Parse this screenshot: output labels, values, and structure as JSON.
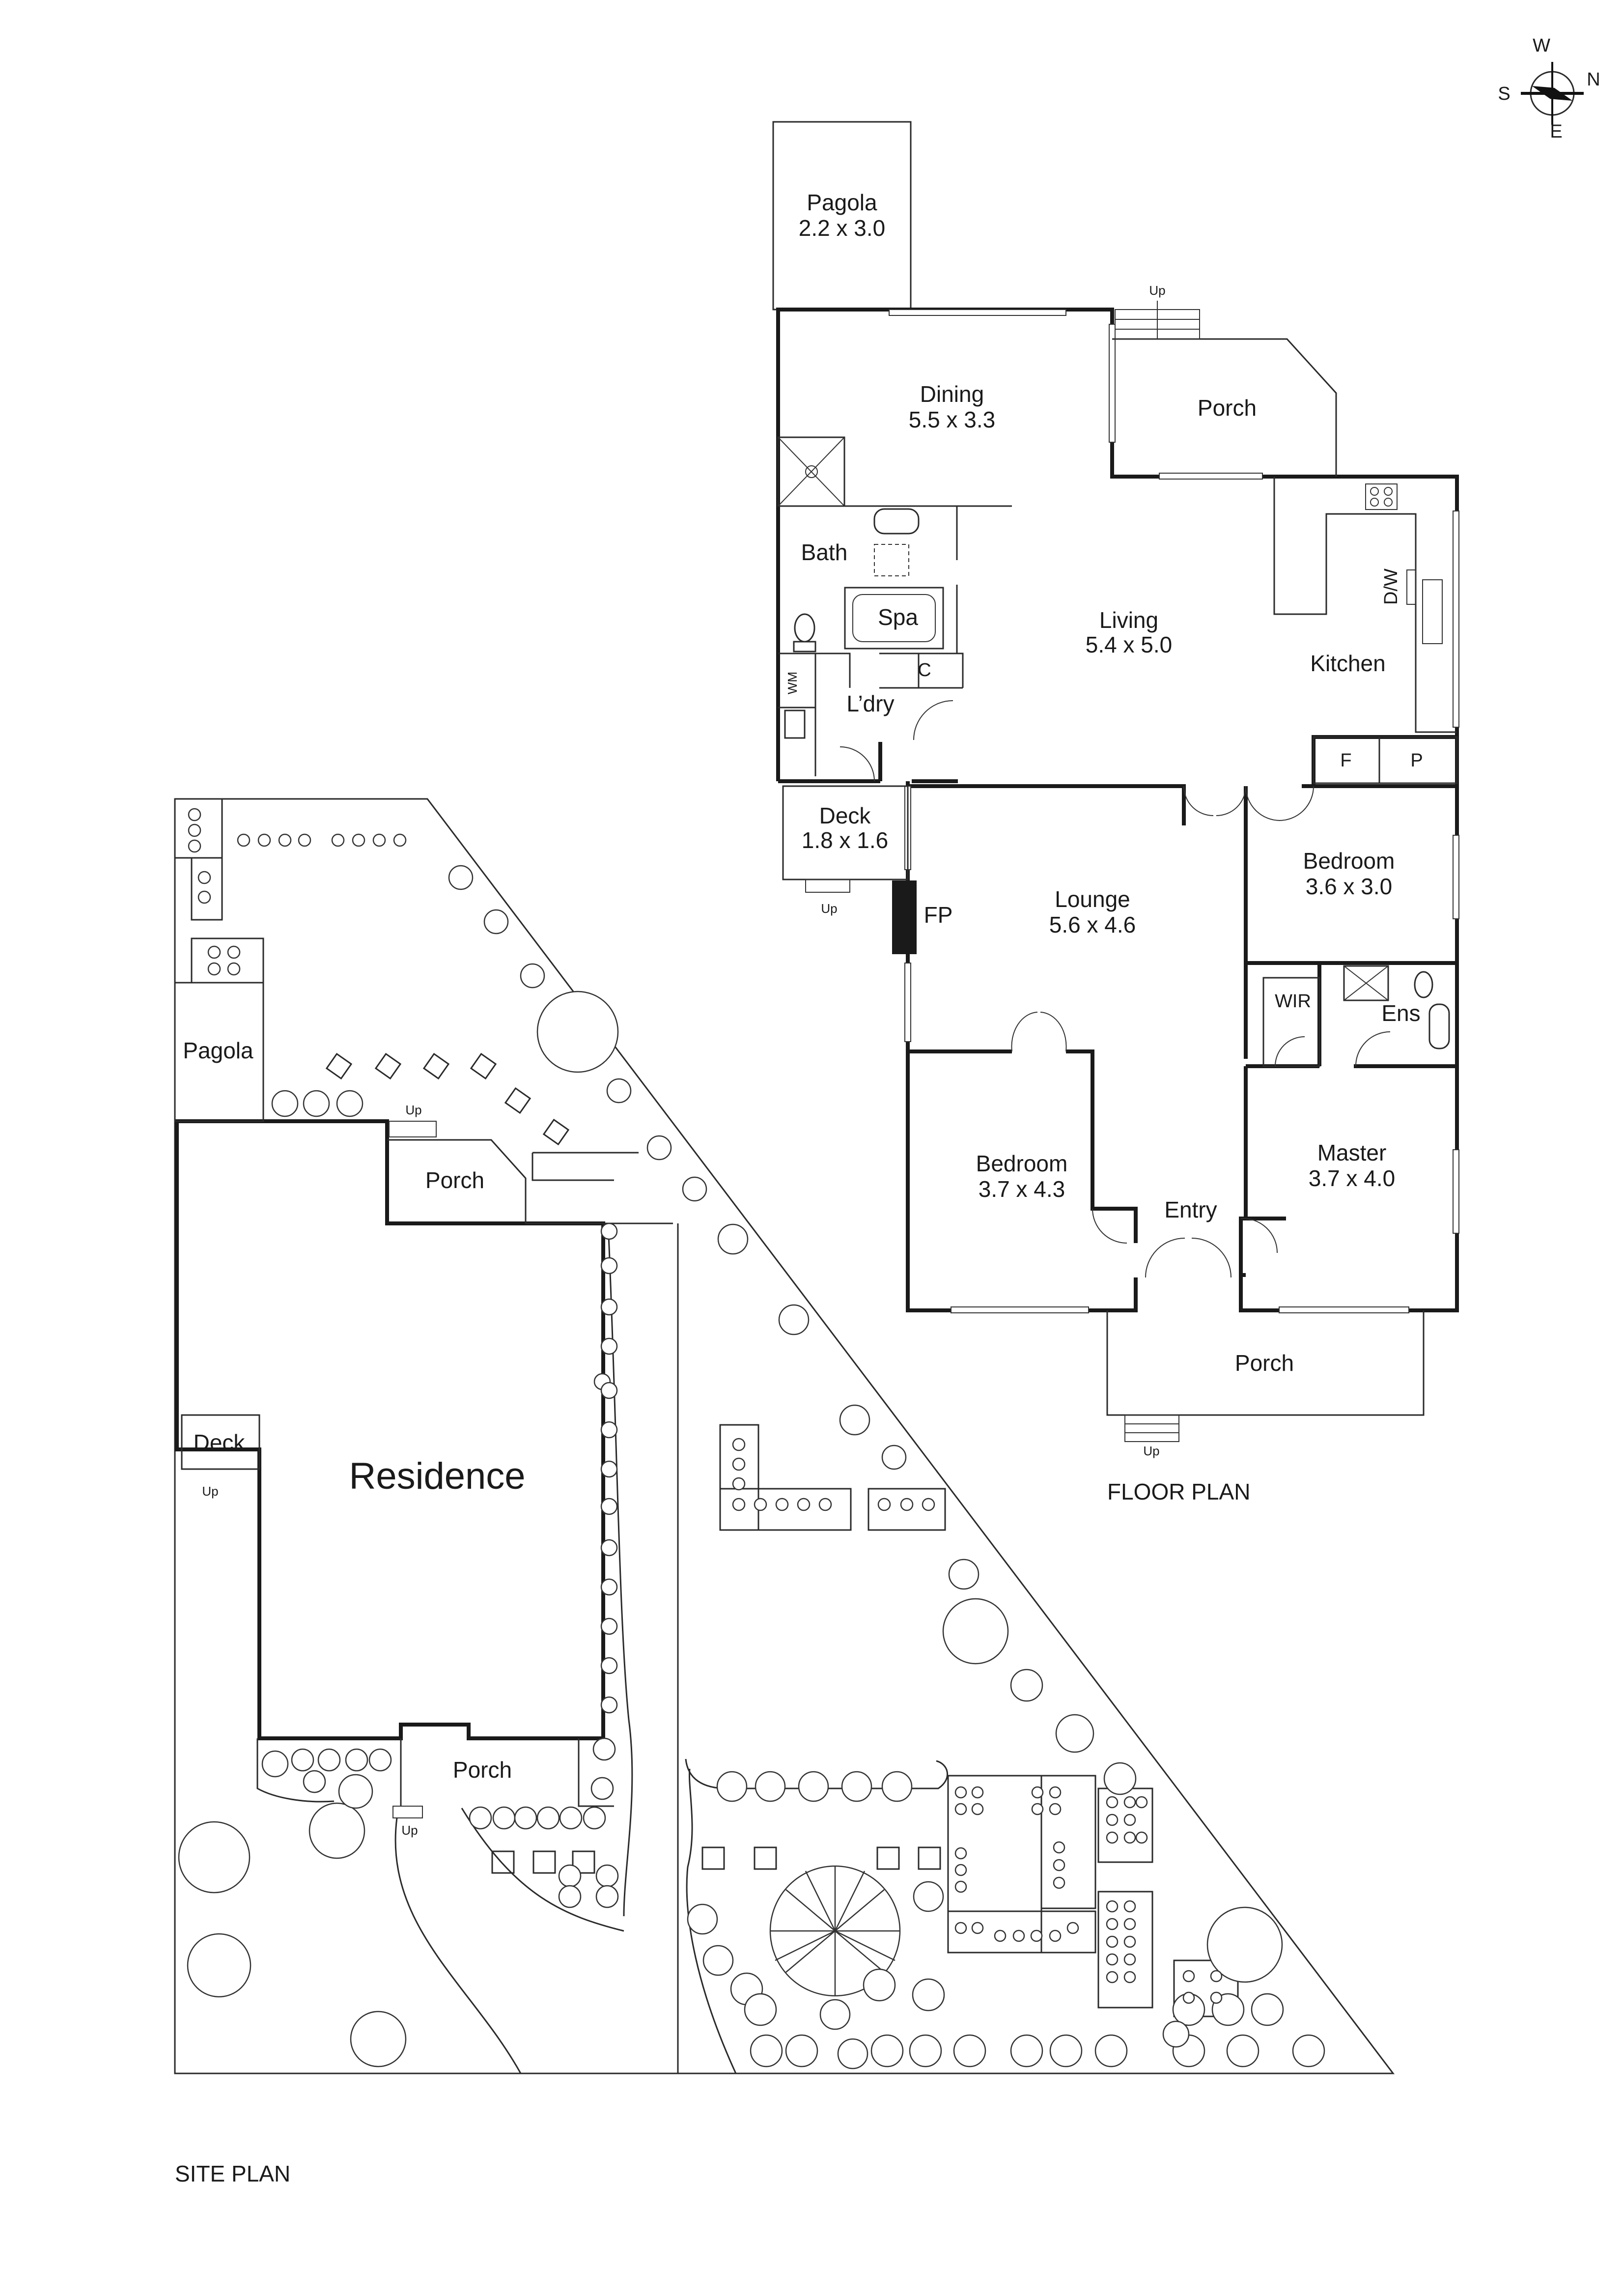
{
  "compass": {
    "w": "W",
    "n": "N",
    "s": "S",
    "e": "E"
  },
  "floor_plan": {
    "caption": "FLOOR PLAN",
    "rooms": {
      "pagola": {
        "name": "Pagola",
        "size": "2.2 x 3.0"
      },
      "dining": {
        "name": "Dining",
        "size": "5.5 x 3.3"
      },
      "porch_rear": {
        "name": "Porch"
      },
      "bath": {
        "name": "Bath"
      },
      "spa": {
        "name": "Spa"
      },
      "living": {
        "name": "Living",
        "size": "5.4 x 5.0"
      },
      "kitchen": {
        "name": "Kitchen"
      },
      "dw": {
        "name": "D/W"
      },
      "wm": {
        "name": "WM"
      },
      "cupboard": {
        "name": "C"
      },
      "laundry": {
        "name": "L’dry"
      },
      "fridge": {
        "name": "F"
      },
      "pantry": {
        "name": "P"
      },
      "deck": {
        "name": "Deck",
        "size": "1.8 x 1.6"
      },
      "lounge": {
        "name": "Lounge",
        "size": "5.6 x 4.6"
      },
      "fp": {
        "name": "FP"
      },
      "bedroom_right": {
        "name": "Bedroom",
        "size": "3.6 x 3.0"
      },
      "wir": {
        "name": "WIR"
      },
      "ens": {
        "name": "Ens"
      },
      "bedroom_left": {
        "name": "Bedroom",
        "size": "3.7 x 4.3"
      },
      "master": {
        "name": "Master",
        "size": "3.7 x 4.0"
      },
      "entry": {
        "name": "Entry"
      },
      "porch_front": {
        "name": "Porch"
      }
    },
    "stairs": {
      "up": "Up"
    }
  },
  "site_plan": {
    "caption": "SITE PLAN",
    "pagola": "Pagola",
    "porch_top": "Porch",
    "residence": "Residence",
    "deck": "Deck",
    "porch_bottom": "Porch",
    "up": "Up"
  }
}
